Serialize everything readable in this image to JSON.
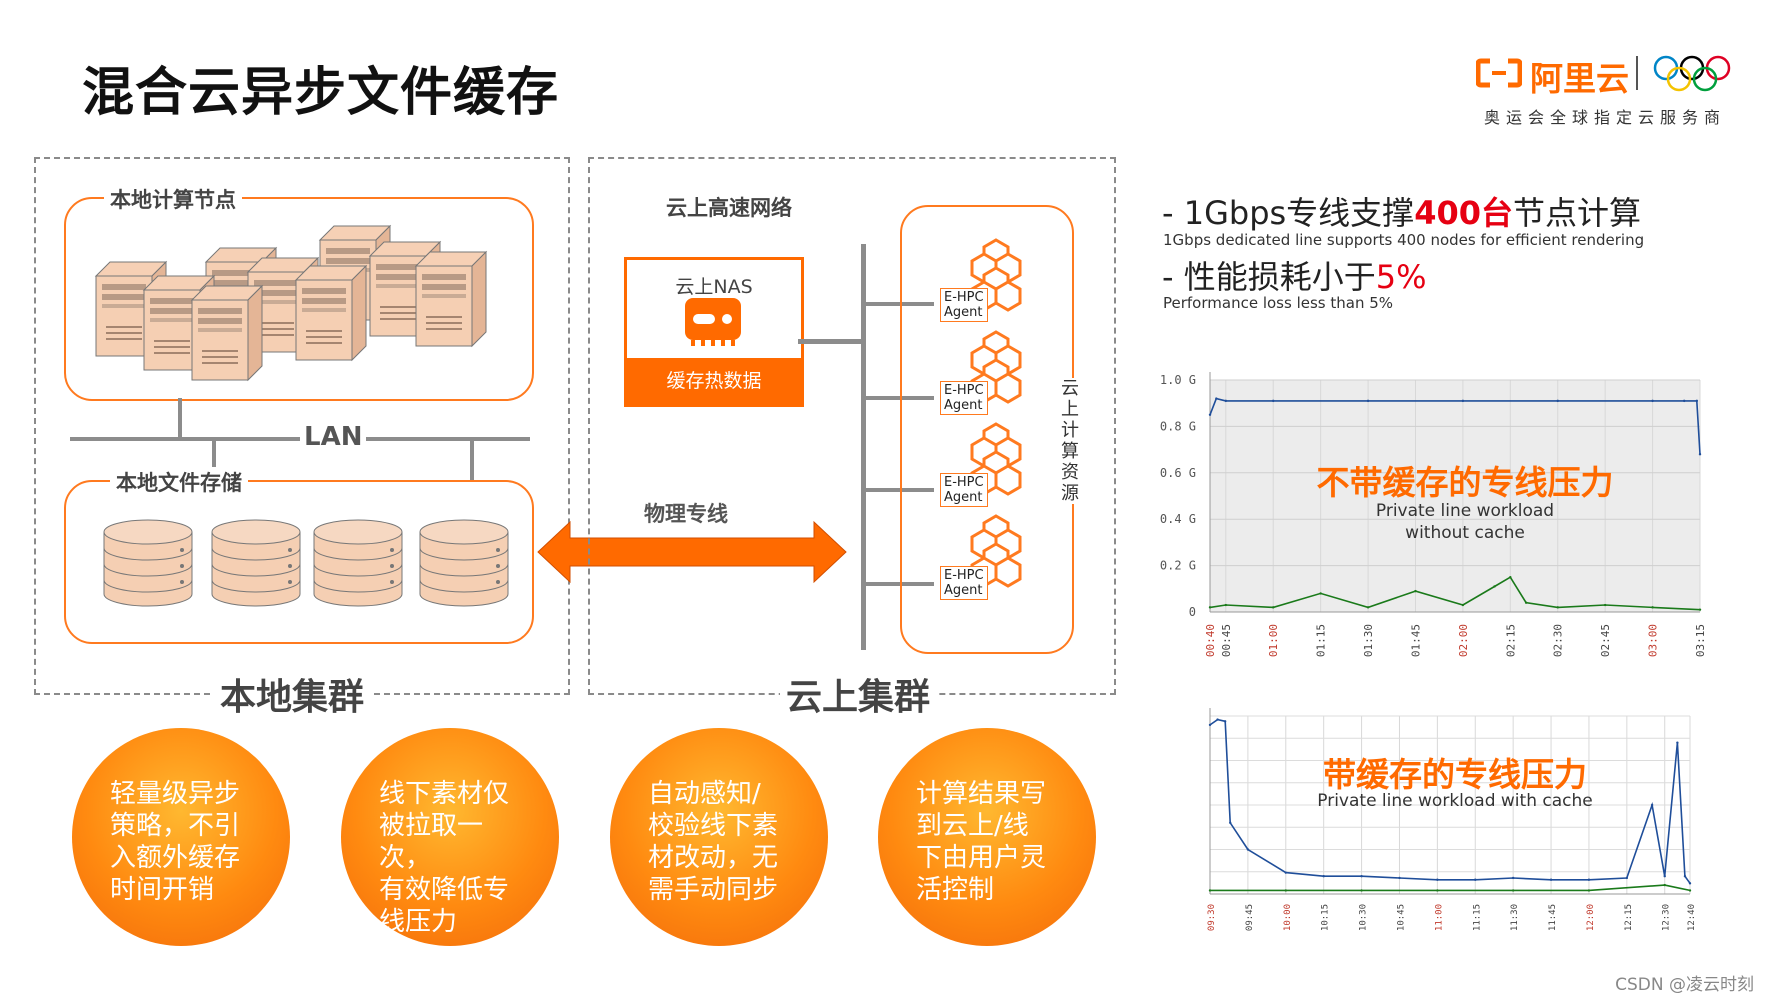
{
  "title": "混合云异步文件缓存",
  "logo": {
    "brand": "阿里云",
    "subtitle": "奥运会全球指定云服务商",
    "icons": [
      "aliyun-logo-icon",
      "olympic-rings-icon"
    ]
  },
  "local_cluster": {
    "label": "本地集群",
    "compute_nodes_label": "本地计算节点",
    "storage_label": "本地文件存储",
    "lan_label": "LAN"
  },
  "cloud_cluster": {
    "label": "云上集群",
    "network_label": "云上高速网络",
    "nas_title": "云上NAS",
    "nas_bar": "缓存热数据",
    "compute_resources_label": "云上计算资源",
    "agents": [
      "E-HPC Agent",
      "E-HPC Agent",
      "E-HPC Agent",
      "E-HPC Agent"
    ],
    "agent_line1": "E-HPC",
    "agent_line2": "Agent"
  },
  "link_label": "物理专线",
  "bullets": [
    {
      "prefix": "- 1Gbps专线支撑",
      "highlight": "400台",
      "suffix": "节点计算",
      "en": "1Gbps dedicated line supports 400 nodes for efficient rendering"
    },
    {
      "prefix": "- 性能损耗小于",
      "highlight": "5%",
      "suffix": "",
      "en": "Performance loss less than 5%"
    }
  ],
  "features": [
    [
      "轻量级异步",
      "策略，不引",
      "入额外缓存",
      "时间开销"
    ],
    [
      "线下素材仅",
      "被拉取一次，",
      "有效降低专",
      "线压力"
    ],
    [
      "自动感知/",
      "校验线下素",
      "材改动，无",
      "需手动同步"
    ],
    [
      "计算结果写",
      "到云上/线",
      "下由用户灵",
      "活控制"
    ]
  ],
  "chart_data": [
    {
      "type": "line",
      "title": "不带缓存的专线压力",
      "subtitle": "Private line workload without cache",
      "subtitle_lines": [
        "Private line workload",
        "without cache"
      ],
      "y_ticks": [
        "1.0 G",
        "0.8 G",
        "0.6 G",
        "0.4 G",
        "0.2 G",
        "0"
      ],
      "ylim": [
        0,
        1.0
      ],
      "x_ticks": [
        "00:40",
        "00:45",
        "01:00",
        "01:15",
        "01:30",
        "01:45",
        "02:00",
        "02:15",
        "02:30",
        "02:45",
        "03:00",
        "03:15"
      ],
      "grid": true,
      "series": [
        {
          "color": "#1f4e9a",
          "x": [
            "00:40",
            "00:42",
            "00:45",
            "01:00",
            "01:30",
            "02:00",
            "02:30",
            "03:00",
            "03:10",
            "03:14",
            "03:15"
          ],
          "values": [
            0.85,
            0.92,
            0.91,
            0.91,
            0.91,
            0.91,
            0.91,
            0.91,
            0.91,
            0.91,
            0.68
          ]
        },
        {
          "color": "#1a7a1a",
          "x": [
            "00:40",
            "00:45",
            "01:00",
            "01:15",
            "01:30",
            "01:45",
            "02:00",
            "02:10",
            "02:15",
            "02:20",
            "02:30",
            "02:45",
            "03:00",
            "03:15"
          ],
          "values": [
            0.02,
            0.03,
            0.02,
            0.08,
            0.02,
            0.09,
            0.03,
            0.11,
            0.15,
            0.04,
            0.02,
            0.03,
            0.02,
            0.01
          ]
        }
      ]
    },
    {
      "type": "line",
      "title": "带缓存的专线压力",
      "subtitle": "Private line workload with cache",
      "x_ticks": [
        "09:30",
        "09:45",
        "10:00",
        "10:15",
        "10:30",
        "10:45",
        "11:00",
        "11:15",
        "11:30",
        "11:45",
        "12:00",
        "12:15",
        "12:30",
        "12:40"
      ],
      "grid": true,
      "series": [
        {
          "color": "#1f4e9a",
          "x": [
            "09:30",
            "09:33",
            "09:36",
            "09:38",
            "09:45",
            "10:00",
            "10:15",
            "10:30",
            "10:45",
            "11:00",
            "11:15",
            "11:30",
            "11:45",
            "12:00",
            "12:15",
            "12:25",
            "12:30",
            "12:35",
            "12:38",
            "12:40"
          ],
          "values": [
            0.95,
            0.98,
            0.97,
            0.4,
            0.25,
            0.12,
            0.1,
            0.1,
            0.09,
            0.08,
            0.08,
            0.09,
            0.08,
            0.08,
            0.09,
            0.5,
            0.1,
            0.85,
            0.1,
            0.06
          ]
        },
        {
          "color": "#1a7a1a",
          "x": [
            "09:30",
            "10:00",
            "10:30",
            "11:00",
            "11:30",
            "12:00",
            "12:30",
            "12:40"
          ],
          "values": [
            0.02,
            0.02,
            0.02,
            0.02,
            0.02,
            0.02,
            0.05,
            0.02
          ]
        }
      ]
    }
  ],
  "watermark": "CSDN @凌云时刻",
  "colors": {
    "accent": "#ff6a00",
    "highlight": "#e60012",
    "series_blue": "#1f4e9a",
    "series_green": "#1a7a1a"
  }
}
